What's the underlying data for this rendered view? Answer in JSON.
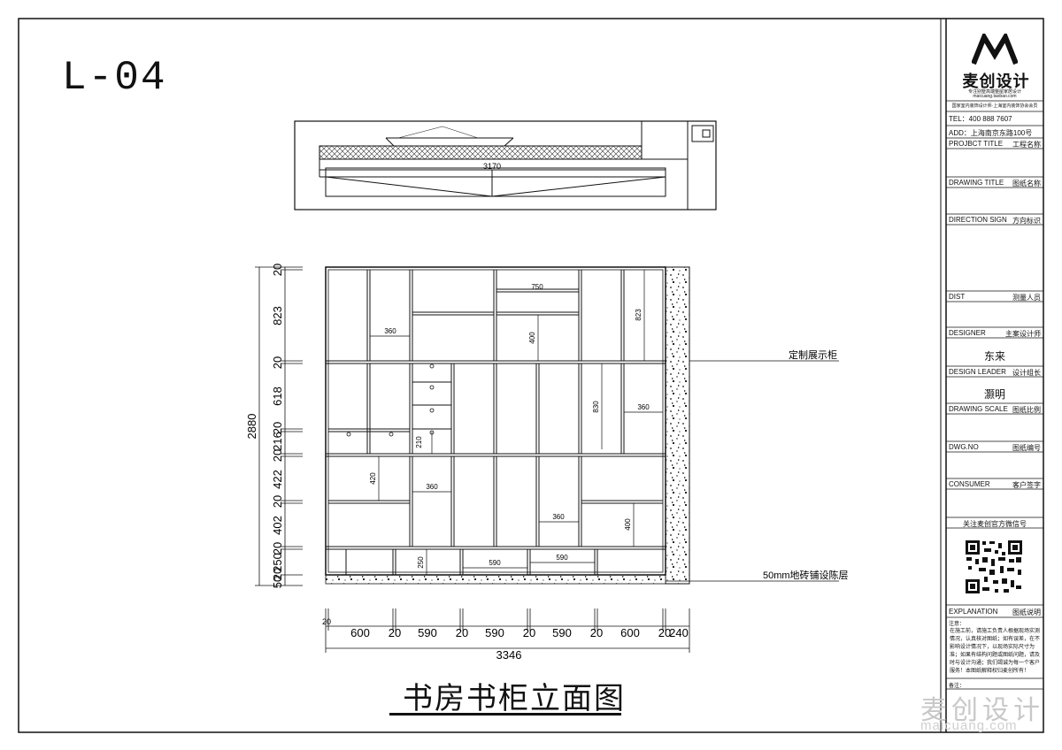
{
  "sheet_id": "L-04",
  "drawing_title": "书房书柜立面图",
  "watermark": {
    "brand": "麦创设计",
    "url": "maicuang.com"
  },
  "plan_view": {
    "width_label": "3170"
  },
  "elevation": {
    "callouts": {
      "cabinet": "定制展示柜",
      "floor": "50mm地砖铺设陈层"
    },
    "total_height": "2880",
    "total_width": "3346",
    "vertical_dims": [
      "20",
      "823",
      "20",
      "618",
      "20",
      "216",
      "20",
      "422",
      "20",
      "402",
      "20",
      "250",
      "20",
      "50"
    ],
    "horizontal_dims": [
      "20",
      "600",
      "20",
      "590",
      "20",
      "590",
      "20",
      "590",
      "20",
      "600",
      "20",
      "240"
    ],
    "inner_dims": [
      "750",
      "360",
      "400",
      "823",
      "830",
      "360",
      "210",
      "420",
      "360",
      "360",
      "400",
      "250",
      "590",
      "590"
    ]
  },
  "title_block": {
    "brand_name": "麦创设计",
    "slogan": "专注别墅高端整屋家居设计",
    "shop_url": "maicuang.taobao.com",
    "association": "国家室内装饰设计师·上海室内装饰协会会员",
    "tel": "TEL：400 888 7607",
    "address": "ADD：上海南京东路100号",
    "project_title": {
      "en": "PROJBCT TITLE",
      "cn": "工程名称"
    },
    "drawing_title": {
      "en": "DRAWING TITLE",
      "cn": "图纸名称"
    },
    "direction_sign": {
      "en": "DIRECTION SIGN",
      "cn": "方向标识"
    },
    "dist": {
      "en": "DIST",
      "cn": "测量人员"
    },
    "designer": {
      "en": "DESIGNER",
      "cn": "主案设计师",
      "value": "东来"
    },
    "design_leader": {
      "en": "DESIGN LEADER",
      "cn": "设计组长",
      "value": "灏明"
    },
    "drawing_scale": {
      "en": "DRAWING SCALE",
      "cn": "图纸比例"
    },
    "dwg_no": {
      "en": "DWG.NO",
      "cn": "图纸编号"
    },
    "consumer": {
      "en": "CONSUMER",
      "cn": "客户签字"
    },
    "qr_caption": "关注麦创官方微信号",
    "explanation": {
      "en": "EXPLANATION",
      "cn": "图纸说明"
    },
    "notes_label": "注意：",
    "notes_text": "在施工前，请施工负责人根据现场实测情况，认真核对图纸；如有误差，在不影响设计情况下，以现场实际尺寸为准；如果有结构问题或图纸问题，请及时与设计沟通；我们竭诚为每一个客户服务！本图纸解释权归麦创所有！",
    "remark_label": "备注："
  }
}
